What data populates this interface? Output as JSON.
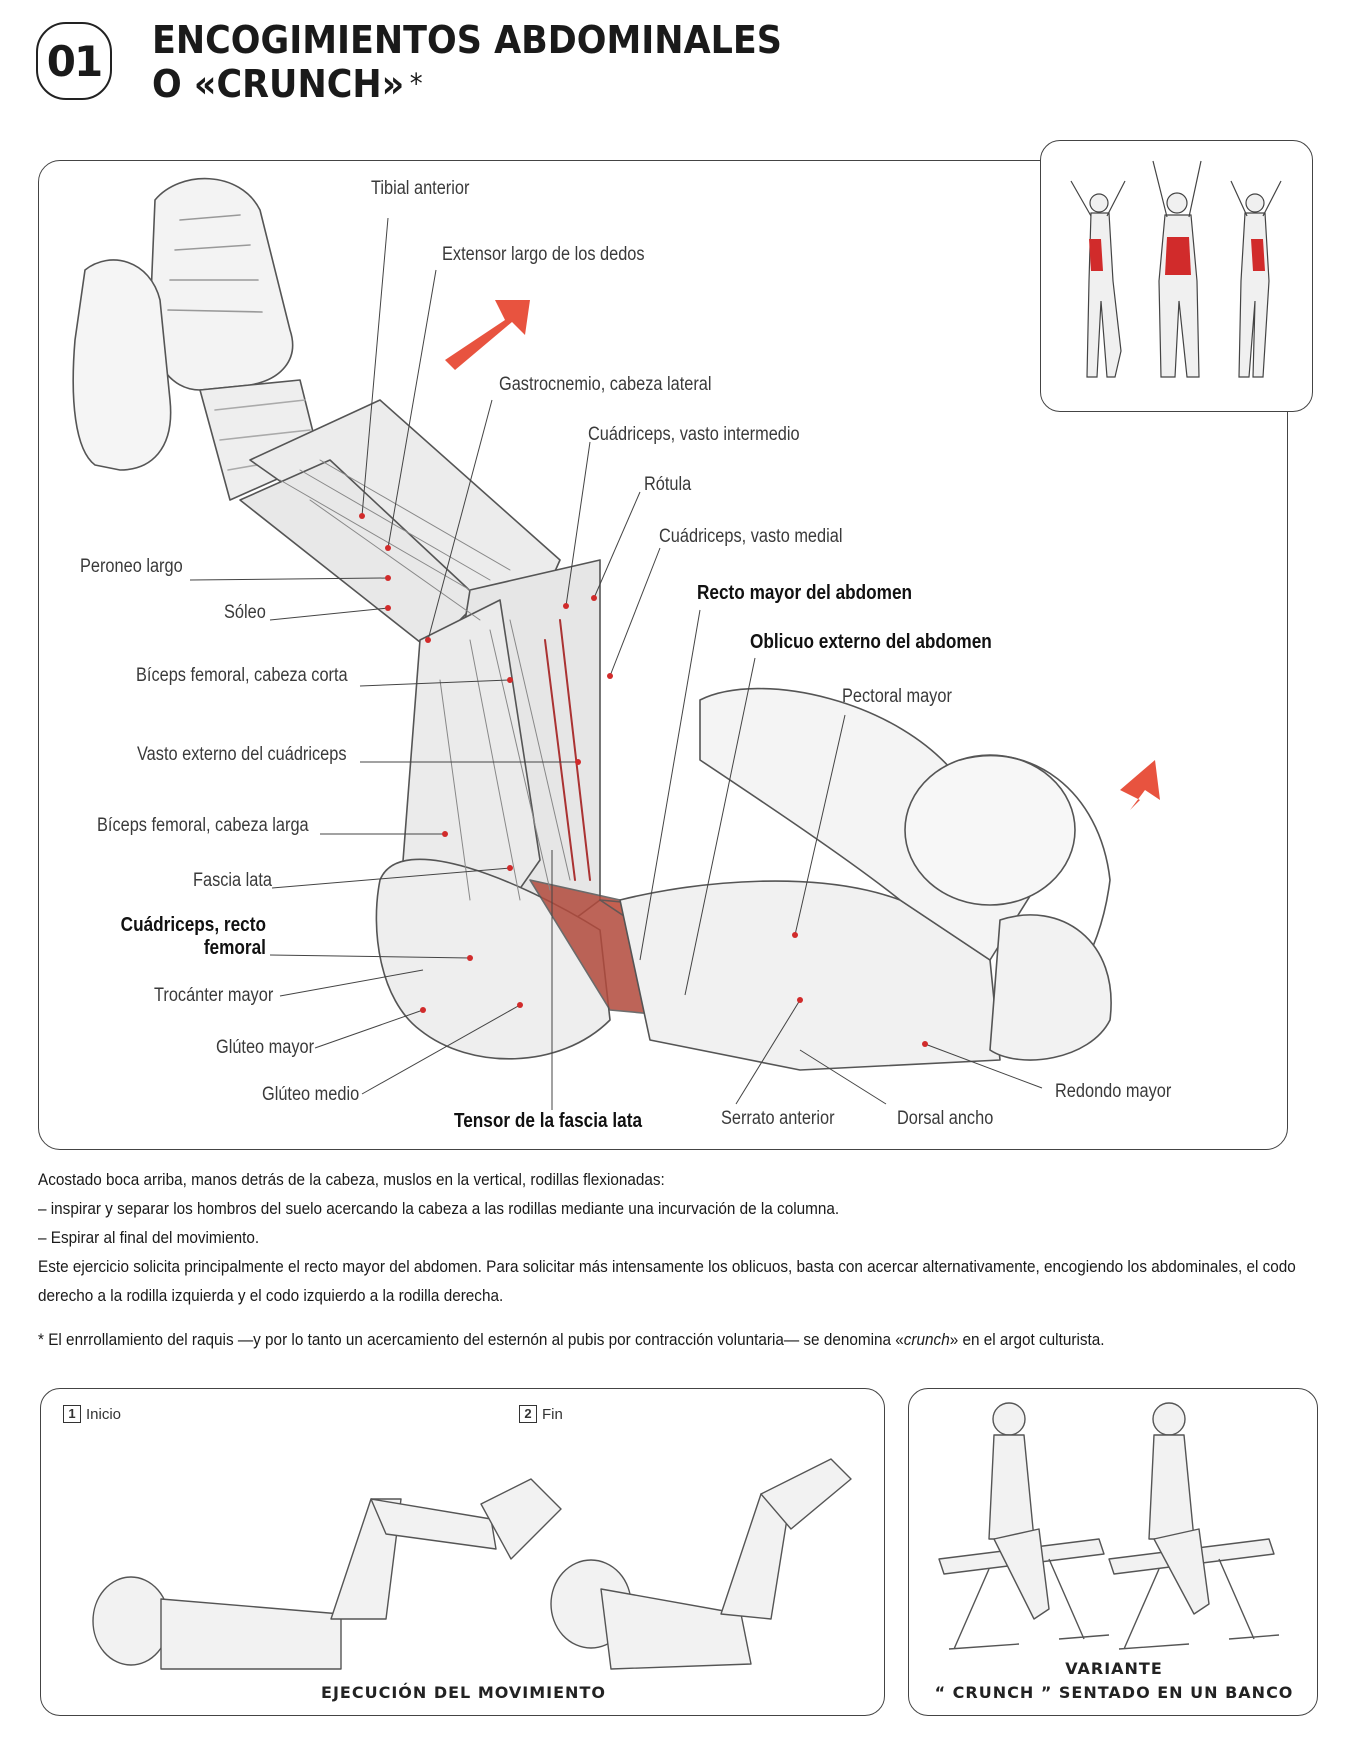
{
  "header": {
    "number": "01",
    "title_line1": "ENCOGIMIENTOS ABDOMINALES",
    "title_line2": "O «CRUNCH»",
    "asterisk": "*"
  },
  "colors": {
    "muscle_highlight": "#d12b2b",
    "arrow": "#e5402a",
    "border": "#444444"
  },
  "muscle_labels": {
    "tibial_anterior": "Tibial anterior",
    "extensor_largo": "Extensor largo de los dedos",
    "gastrocnemio": "Gastrocnemio, cabeza lateral",
    "cuadriceps_intermedio": "Cuádriceps, vasto intermedio",
    "rotula": "Rótula",
    "cuadriceps_medial": "Cuádriceps, vasto medial",
    "recto_mayor": "Recto mayor del abdomen",
    "oblicuo_externo": "Oblicuo externo del abdomen",
    "pectoral_mayor": "Pectoral mayor",
    "peroneo_largo": "Peroneo largo",
    "soleo": "Sóleo",
    "biceps_corta": "Bíceps femoral, cabeza corta",
    "vasto_externo": "Vasto externo del cuádriceps",
    "biceps_larga": "Bíceps femoral, cabeza larga",
    "fascia_lata": "Fascia lata",
    "cuadriceps_recto_1": "Cuádriceps, recto",
    "cuadriceps_recto_2": "femoral",
    "trocanter": "Trocánter mayor",
    "gluteo_mayor": "Glúteo mayor",
    "gluteo_medio": "Glúteo medio",
    "tensor_fascia": "Tensor de la fascia lata",
    "serrato": "Serrato anterior",
    "dorsal": "Dorsal ancho",
    "redondo": "Redondo mayor"
  },
  "description": {
    "line1": "Acostado boca arriba, manos detrás de la cabeza, muslos en la vertical, rodillas flexionadas:",
    "line2": "–  inspirar y separar los hombros del suelo acercando la cabeza a las rodillas mediante una incurvación de la columna.",
    "line3": "– Espirar al final del movimiento.",
    "line4": "Este ejercicio solicita principalmente el recto mayor del abdomen. Para solicitar más intensamente los oblicuos, basta con acercar alternativamente, encogiendo los abdominales, el codo",
    "line5": "derecho a la rodilla izquierda y el codo izquierdo a la rodilla derecha."
  },
  "footnote": {
    "before": "* El enrrollamiento del raquis —y por lo tanto un acercamiento del esternón al pubis por contracción voluntaria— se denomina «",
    "term": "crunch",
    "after": "» en el argot culturista."
  },
  "execution": {
    "step1_num": "1",
    "step1_label": "Inicio",
    "step2_num": "2",
    "step2_label": "Fin",
    "caption": "EJECUCIÓN DEL MOVIMIENTO"
  },
  "variant": {
    "caption_line1": "VARIANTE",
    "caption_line2": "“ CRUNCH ” SENTADO EN UN BANCO"
  }
}
